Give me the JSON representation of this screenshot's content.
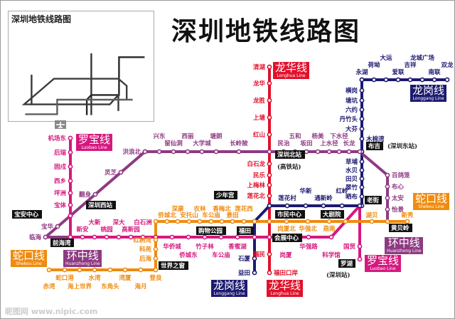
{
  "title": "深圳地铁线路图",
  "inset_title": "深圳地铁线路图",
  "watermark": "昵图网 www.nipic.com",
  "colors": {
    "luobao": "#d5187f",
    "longhua": "#e1112b",
    "longgang": "#1d1a70",
    "huanzhong": "#8e3a82",
    "shekou": "#ef8b10"
  },
  "line_labels": [
    {
      "cn": "罗宝线",
      "en": "Luobao Line",
      "line": "luobao"
    },
    {
      "cn": "龙华线",
      "en": "Longhua Line",
      "line": "longhua"
    },
    {
      "cn": "龙岗线",
      "en": "Longgang Line",
      "line": "longgang"
    },
    {
      "cn": "蛇口线",
      "en": "Shekou Line",
      "line": "shekou"
    },
    {
      "cn": "蛇口线",
      "en": "Shekou Line",
      "line": "shekou"
    },
    {
      "cn": "环中线",
      "en": "Huanzhong Line",
      "line": "huanzhong"
    },
    {
      "cn": "环中线",
      "en": "Huanzhong Line",
      "line": "huanzhong"
    },
    {
      "cn": "罗宝线",
      "en": "Luobao Line",
      "line": "luobao"
    },
    {
      "cn": "龙岗线",
      "en": "Longgang Line",
      "line": "longgang"
    },
    {
      "cn": "龙华线",
      "en": "Longhua Line",
      "line": "longhua"
    }
  ],
  "interchanges": [
    "深圳北站",
    "(高铁站)",
    "布吉",
    "(深圳东站)",
    "少年宫",
    "老街",
    "市民中心",
    "大剧院",
    "福田",
    "购物公园",
    "会展中心",
    "世界之窗",
    "前海湾",
    "宝安中心",
    "深圳西站",
    "黄贝岭",
    "罗湖",
    "(深圳站)"
  ],
  "segments": [
    {
      "line": "longhua",
      "stations": [
        "清湖",
        "龙华",
        "龙胜",
        "上塘",
        "红山",
        "",
        "白石龙",
        "民乐",
        "上梅林",
        "莲花北",
        "",
        "",
        "",
        "福民",
        "福田口岸"
      ]
    },
    {
      "line": "longgang",
      "stations": [
        "永湖",
        "荷坳",
        "大运",
        "爱联",
        "吉祥",
        "龙城广场",
        "南联",
        "双龙"
      ]
    },
    {
      "line": "longgang",
      "stations": [
        "",
        "横岗",
        "塘坑",
        "六约",
        "丹竹头",
        "大芬",
        "木棉湾",
        "",
        "草埔",
        "水贝",
        "田贝",
        "翠竹",
        "晒布",
        ""
      ]
    },
    {
      "line": "longgang",
      "stations": [
        "",
        "红岭",
        "通新岭",
        "华新",
        "莲花村",
        ""
      ]
    },
    {
      "line": "longgang",
      "stations": [
        "",
        "",
        "石厦",
        "益田"
      ]
    },
    {
      "line": "huanzhong",
      "stations": [
        "临海",
        "宝华",
        "",
        "翻身",
        "灵芝",
        "洪浪北"
      ]
    },
    {
      "line": "huanzhong",
      "stations": [
        "",
        "兴东",
        "留仙洞",
        "西丽",
        "大学城",
        "塘朗",
        "长岭陂",
        "",
        "民治",
        "五和",
        "坂田",
        "杨美",
        "上水径",
        "下水径",
        "长龙",
        ""
      ]
    },
    {
      "line": "huanzhong",
      "stations": [
        "百鸽笼",
        "布心",
        "太安",
        "怡景",
        ""
      ]
    },
    {
      "line": "luobao",
      "stations": [
        "机场东",
        "后瑞",
        "固戍",
        "西乡",
        "坪洲",
        "宝体",
        "",
        ""
      ]
    },
    {
      "line": "luobao",
      "stations": [
        "",
        "新安",
        "大新",
        "桃园",
        "深大",
        "高新园",
        "白石洲",
        "",
        "华侨城",
        "侨城东",
        "竹子林",
        "车公庙",
        "香蜜湖",
        "",
        "",
        "岗厦",
        "华强路",
        "科学馆"
      ]
    },
    {
      "line": "luobao",
      "stations": [
        "国贸",
        ""
      ]
    },
    {
      "line": "shekou",
      "stations": [
        "新秀",
        "",
        "湖贝",
        "",
        "燕南",
        "华强北",
        "岗厦北",
        "",
        "",
        "莲花西",
        "景田",
        "香梅北",
        "车公庙",
        "农林",
        "安托山",
        "深康",
        "侨城北",
        ""
      ]
    },
    {
      "line": "shekou",
      "stations": [
        "红树湾",
        "科苑",
        "后海"
      ]
    },
    {
      "line": "shekou",
      "stations": [
        "登良",
        "海月",
        "湾厦",
        "东角头",
        "水湾",
        "海上世界",
        "蛇口港",
        "赤湾"
      ]
    }
  ]
}
